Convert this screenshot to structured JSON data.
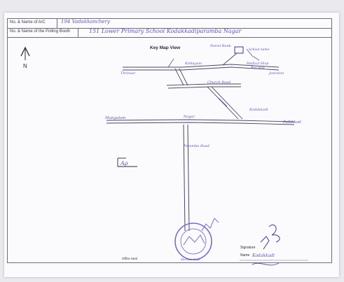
{
  "header": {
    "ac_label": "No. & Name of A/C",
    "ac_value": "194 Vadakkanchery",
    "booth_label": "No. & Name of the Polling Booth",
    "booth_value": "151  Lower Primary School Kodakkadiparamba Nagar"
  },
  "map": {
    "title": "Key Map View",
    "north_label": "N",
    "road_labels": {
      "top_left": "Thrissur",
      "top_middle": "Kottayam",
      "church_road": "Church Road",
      "petrol": "Petrol Bunk",
      "school_name": "School name",
      "shop": "Medical Shop",
      "bus_stop": "Bus stop",
      "junction": "Junction",
      "left_road": "Mangalam",
      "center_road": "Nagar",
      "right_end": "Pallikkad",
      "right_upper": "Kodakkadi",
      "lower_road": "Paramba Road"
    },
    "ps_marker": "Aρ",
    "footer_left": "Office Seal",
    "signature_label": "Signature",
    "name_label": "Name",
    "name_value": "Kodakkadi",
    "stamp_text": "Election Dept"
  }
}
